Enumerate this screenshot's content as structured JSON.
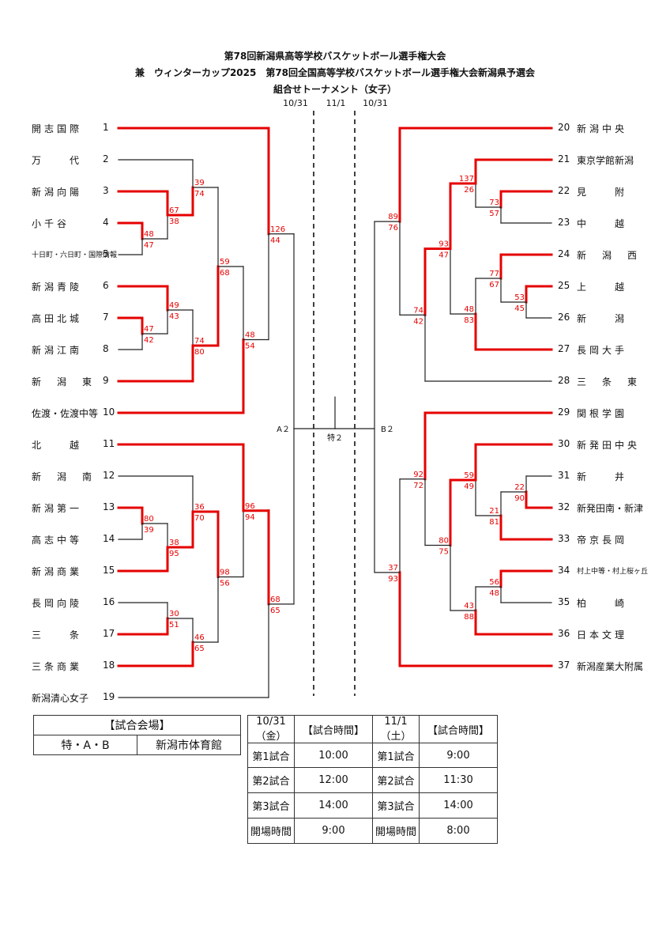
{
  "header": {
    "line1": "第78回新潟県高等学校バスケットボール選手権大会",
    "line2": "兼　ウィンターカップ2025　第78回全国高等学校バスケットボール選手権大会新潟県予選会",
    "line3": "組合せトーナメント（女子）"
  },
  "dates": {
    "left": "10/31",
    "center": "11/1",
    "right": "10/31"
  },
  "court_labels": {
    "left": "A２",
    "final": "特２",
    "right": "B２"
  },
  "teams_left": [
    {
      "no": "1",
      "name": "開志国際"
    },
    {
      "no": "2",
      "name": "万　　代"
    },
    {
      "no": "3",
      "name": "新潟向陽"
    },
    {
      "no": "4",
      "name": "小千谷"
    },
    {
      "no": "5",
      "name": "十日町・六日町・国際情報"
    },
    {
      "no": "6",
      "name": "新潟青陵"
    },
    {
      "no": "7",
      "name": "高田北城"
    },
    {
      "no": "8",
      "name": "新潟江南"
    },
    {
      "no": "9",
      "name": "新　潟　東"
    },
    {
      "no": "10",
      "name": "佐渡・佐渡中等"
    },
    {
      "no": "11",
      "name": "北　　越"
    },
    {
      "no": "12",
      "name": "新　潟　南"
    },
    {
      "no": "13",
      "name": "新潟第一"
    },
    {
      "no": "14",
      "name": "高志中等"
    },
    {
      "no": "15",
      "name": "新潟商業"
    },
    {
      "no": "16",
      "name": "長岡向陵"
    },
    {
      "no": "17",
      "name": "三　　条"
    },
    {
      "no": "18",
      "name": "三条商業"
    },
    {
      "no": "19",
      "name": "新潟清心女子"
    }
  ],
  "teams_right": [
    {
      "no": "20",
      "name": "新潟中央"
    },
    {
      "no": "21",
      "name": "東京学館新潟"
    },
    {
      "no": "22",
      "name": "見　　附"
    },
    {
      "no": "23",
      "name": "中　　越"
    },
    {
      "no": "24",
      "name": "新　潟　西"
    },
    {
      "no": "25",
      "name": "上　　越"
    },
    {
      "no": "26",
      "name": "新　　潟"
    },
    {
      "no": "27",
      "name": "長岡大手"
    },
    {
      "no": "28",
      "name": "三　条　東"
    },
    {
      "no": "29",
      "name": "関根学園"
    },
    {
      "no": "30",
      "name": "新発田中央"
    },
    {
      "no": "31",
      "name": "新　　井"
    },
    {
      "no": "32",
      "name": "新発田南・新津"
    },
    {
      "no": "33",
      "name": "帝京長岡"
    },
    {
      "no": "34",
      "name": "村上中等・村上桜ヶ丘"
    },
    {
      "no": "35",
      "name": "柏　　崎"
    },
    {
      "no": "36",
      "name": "日本文理"
    },
    {
      "no": "37",
      "name": "新潟産業大附属"
    }
  ],
  "scores": {
    "l_4_5": [
      "48",
      "47"
    ],
    "l_3_45": [
      "67",
      "38"
    ],
    "l_2_345": [
      "39",
      "74"
    ],
    "l_7_8": [
      "47",
      "42"
    ],
    "l_6_78": [
      "49",
      "43"
    ],
    "l_678_9": [
      "74",
      "80"
    ],
    "l_top_mid": [
      "59",
      "68"
    ],
    "l_q_10": [
      "48",
      "54"
    ],
    "l_1_sf": [
      "126",
      "44"
    ],
    "l_13_14": [
      "80",
      "39"
    ],
    "l_1314_15": [
      "38",
      "95"
    ],
    "l_12_q": [
      "36",
      "70"
    ],
    "l_16_17": [
      "30",
      "51"
    ],
    "l_1617_18": [
      "46",
      "65"
    ],
    "l_b_mid": [
      "98",
      "56"
    ],
    "l_11_q": [
      "96",
      "94"
    ],
    "l_sf_19": [
      "68",
      "65"
    ],
    "r_22_23": [
      "73",
      "57"
    ],
    "r_21_q": [
      "137",
      "26"
    ],
    "r_25_26": [
      "53",
      "45"
    ],
    "r_24_q": [
      "77",
      "67"
    ],
    "r_q_27": [
      "48",
      "83"
    ],
    "r_top_mid": [
      "93",
      "47"
    ],
    "r_q_28": [
      "74",
      "42"
    ],
    "r_20_sf": [
      "89",
      "76"
    ],
    "r_31_32": [
      "22",
      "90"
    ],
    "r_q_33": [
      "21",
      "81"
    ],
    "r_30_q": [
      "59",
      "49"
    ],
    "r_34_35": [
      "56",
      "48"
    ],
    "r_q_36": [
      "43",
      "88"
    ],
    "r_b_mid": [
      "80",
      "75"
    ],
    "r_29_q": [
      "92",
      "72"
    ],
    "r_sf_37": [
      "37",
      "93"
    ]
  },
  "venue": {
    "header": "【試合会場】",
    "courts": "特・A・B",
    "place": "新潟市体育館"
  },
  "schedule": {
    "day1_label": "10/31（金）",
    "day2_label": "11/1（土）",
    "time_header": "【試合時間】",
    "rows": [
      {
        "label1": "第1試合",
        "time1": "10:00",
        "label2": "第1試合",
        "time2": "9:00"
      },
      {
        "label1": "第2試合",
        "time1": "12:00",
        "label2": "第2試合",
        "time2": "11:30"
      },
      {
        "label1": "第3試合",
        "time1": "14:00",
        "label2": "第3試合",
        "time2": "14:00"
      },
      {
        "label1": "開場時間",
        "time1": "9:00",
        "label2": "開場時間",
        "time2": "8:00"
      }
    ]
  },
  "colors": {
    "winner_line": "#e60000",
    "loser_line": "#222222",
    "score_text": "#e60000"
  }
}
